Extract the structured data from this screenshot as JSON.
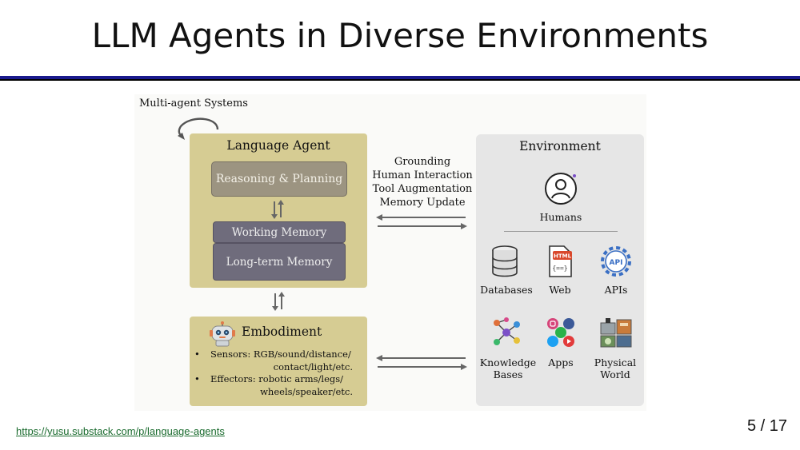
{
  "slide": {
    "title": "LLM Agents in Diverse Environments",
    "source_link": "https://yusu.substack.com/p/language-agents",
    "page_number": "5 / 17"
  },
  "figure": {
    "multi_agent_label": "Multi-agent Systems",
    "language_agent": {
      "title": "Language Agent",
      "reasoning": "Reasoning & Planning",
      "working_memory": "Working Memory",
      "long_term_memory": "Long-term Memory"
    },
    "embodiment": {
      "title": "Embodiment",
      "sensors_line1": "Sensors: RGB/sound/distance/",
      "sensors_line2": "contact/light/etc.",
      "effectors_line1": "Effectors: robotic arms/legs/",
      "effectors_line2": "wheels/speaker/etc.",
      "bullet": "•"
    },
    "interactions": [
      "Grounding",
      "Human Interaction",
      "Tool Augmentation",
      "Memory Update"
    ],
    "environment": {
      "title": "Environment",
      "humans": "Humans",
      "databases": "Databases",
      "web": "Web",
      "apis": "APIs",
      "knowledge_bases_line1": "Knowledge",
      "knowledge_bases_line2": "Bases",
      "apps": "Apps",
      "physical_world_line1": "Physical",
      "physical_world_line2": "World"
    },
    "icon_text": {
      "html": "HTML",
      "code": "{==}",
      "api": "API"
    }
  },
  "colors": {
    "title_rule": "#1a1a8c",
    "agent_fill": "#d6cc93",
    "reasoning_fill": "#9c9481",
    "memory_fill": "#6f6c7c",
    "environment_fill": "#e6e6e6",
    "link": "#1a6b2e"
  },
  "icons": [
    "cycle-arrow-icon",
    "robot-icon",
    "person-icon",
    "database-icon",
    "html-document-icon",
    "api-gear-icon",
    "knowledge-graph-icon",
    "apps-icon",
    "physical-world-icon",
    "bidirectional-arrow-icon"
  ]
}
